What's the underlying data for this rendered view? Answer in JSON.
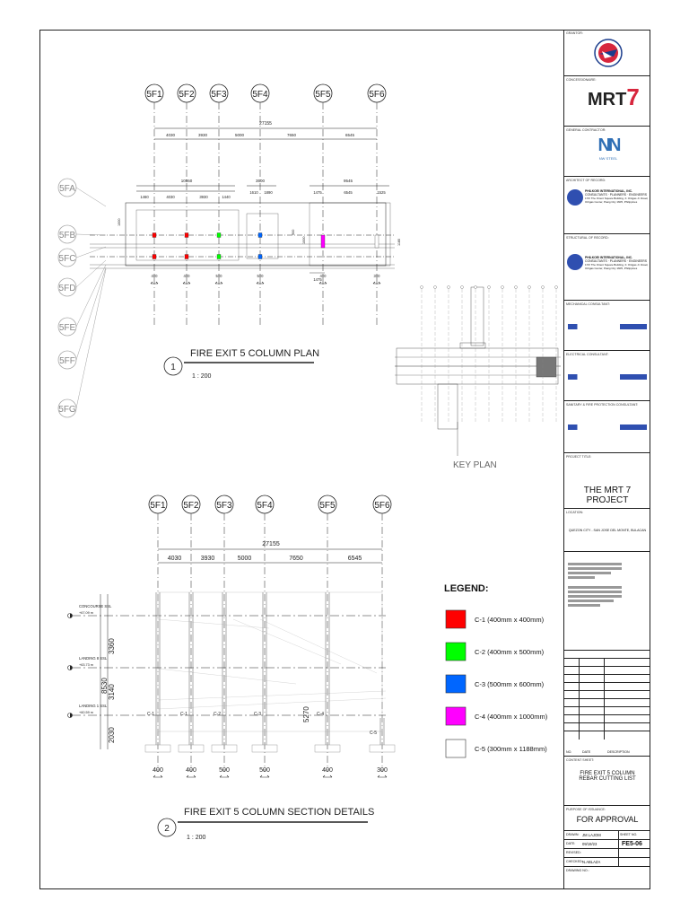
{
  "plan": {
    "title": "FIRE EXIT 5 COLUMN PLAN",
    "number": "1",
    "scale": "1 : 200",
    "grid_top": [
      "5F1",
      "5F2",
      "5F3",
      "5F4",
      "5F5",
      "5F6"
    ],
    "grid_left": [
      "5FA",
      "5FB",
      "5FC",
      "5FD",
      "5FE",
      "5FF",
      "5FG"
    ],
    "overall": "27155",
    "spans": [
      "4030",
      "3930",
      "5000",
      "7650",
      "6545"
    ],
    "sub_a": "10860",
    "sub_a_parts": [
      "1460",
      "4030",
      "3930",
      "1440"
    ],
    "sub_b": "3500",
    "sub_b_parts": [
      "1610",
      "1890"
    ],
    "sub_c": "9545",
    "sub_c_parts": [
      "1475",
      "6545",
      "1525"
    ],
    "bottom_dims": [
      "400",
      "400",
      "500",
      "500",
      "400",
      "300"
    ],
    "bottom_extra": "1475",
    "side_dims": [
      "1000",
      "900",
      "1000",
      "1180"
    ]
  },
  "keyplan": {
    "label": "KEY PLAN"
  },
  "section": {
    "title": "FIRE EXIT 5 COLUMN SECTION DETAILS",
    "number": "2",
    "scale": "1 : 200",
    "grid_top": [
      "5F1",
      "5F2",
      "5F3",
      "5F4",
      "5F5",
      "5F6"
    ],
    "overall": "27155",
    "spans": [
      "4030",
      "3930",
      "5000",
      "7650",
      "6545"
    ],
    "levels": [
      {
        "name": "CONCOURSE SSL",
        "elev": "+67.09 m"
      },
      {
        "name": "LANDING 8 SSL",
        "elev": "+63.73 m"
      },
      {
        "name": "LANDING 1 SSL",
        "elev": "+60.59 m"
      }
    ],
    "left_dims": [
      "3360",
      "3140",
      "2030"
    ],
    "total_left": "8530",
    "mid_dim": "5270",
    "col_labels": [
      "C-1",
      "C-1",
      "C-2",
      "C-3",
      "C-4",
      "C-5"
    ],
    "bottom_dims": [
      "400",
      "400",
      "500",
      "500",
      "400",
      "300"
    ]
  },
  "legend": {
    "title": "LEGEND:",
    "items": [
      {
        "label": "C-1 (400mm x 400mm)",
        "color": "#ff0000"
      },
      {
        "label": "C-2 (400mm x 500mm)",
        "color": "#00ff00"
      },
      {
        "label": "C-3 (500mm x 600mm)",
        "color": "#0066ff"
      },
      {
        "label": "C-4 (400mm x 1000mm)",
        "color": "#ff00ff"
      },
      {
        "label": "C-5 (300mm x 1188mm)",
        "color": "#ffffff"
      }
    ]
  },
  "titleblock": {
    "grantor": "GRANTOR:",
    "concessionaire": "CONCESSIONAIRE:",
    "mrt_logo": "MRT",
    "mrt_num": "7",
    "general_contractor": "GENERAL CONTRACTOR:",
    "nn_logo": "NN",
    "nn_sub": "NW STEEL",
    "architect": "ARCHITECT OF RECORD:",
    "structural": "STRUCTURAL OF RECORD:",
    "firm": "PHILKOEI INTERNATIONAL, INC.",
    "firm_sub": "CONSULTANTS · PLANNERS · ENGINEERS",
    "firm_addr1": "17/F The Orient Square Building, F. Ortigas Jr. Road,",
    "firm_addr2": "Ortigas Center, Pasig City 1605, Philippines",
    "mechanical": "MECHANICAL CONSULTANT:",
    "electrical": "ELECTRICAL CONSULTANT:",
    "sanitary": "SANITARY & FIRE PROTECTION CONSULTANT:",
    "project_title_lbl": "PROJECT TITLE:",
    "project_title": "THE MRT 7 PROJECT",
    "location_lbl": "LOCATION:",
    "location": "QUEZON CITY - SAN JOSE DEL MONTE, BULACAN",
    "no_lbl": "NO.",
    "date_lbl": "DATE",
    "desc_lbl": "DESCRIPTION",
    "content_lbl": "CONTENT SHEET:",
    "content": "FIRE EXIT 5 COLUMN REBAR CUTTING LIST",
    "purpose_lbl": "PURPOSE OF ISSUANCE:",
    "purpose": "FOR APPROVAL",
    "drawn_lbl": "DRAWN:",
    "drawn": "JM LAJOM",
    "sheet_lbl": "SHEET NO.",
    "date2_lbl": "DATE:",
    "date2": "09/19/23",
    "sheet_no": "FE5-06",
    "revised_lbl": "REVISED:",
    "checked_lbl": "CHECKED:",
    "checked": "N.ABLAZA",
    "drawing_lbl": "DRAWING NO.:"
  }
}
